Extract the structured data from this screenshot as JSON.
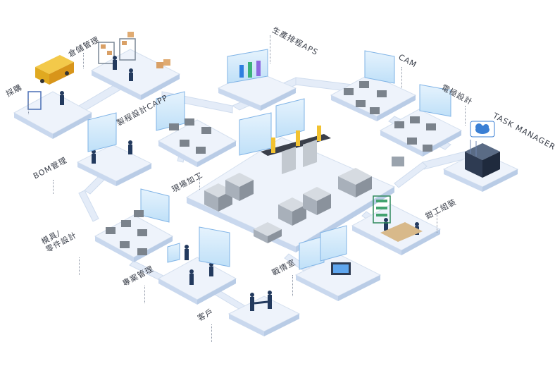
{
  "diagram": {
    "labels": {
      "warehouse": "倉儲管理",
      "procurement": "採購",
      "aps": "生產排程APS",
      "cam": "CAM",
      "capp": "製程設計CAPP",
      "mold_design": "電極設計",
      "task_manager": "TASK MANAGER",
      "bom": "BOM管理",
      "machining": "現場加工",
      "fitting": "鉗工組裝",
      "part_design": "模具/\n零件設計",
      "project": "專案管理",
      "war_room": "戰情室",
      "customer": "客戶"
    },
    "colors": {
      "platform_top": "#eef3fb",
      "platform_side": "#c9d8ee",
      "path": "#e4ecf8",
      "accent_blue": "#2f7fe0",
      "screen": "#d8ecfb",
      "machine": "#8a929c",
      "cloud": "#3a7fd4"
    },
    "icons": [
      "delivery-truck-icon",
      "storage-shelf-icon",
      "worker-icon",
      "monitor-icon",
      "server-rack-icon",
      "cloud-icon",
      "cnc-machine-icon",
      "robot-arm-icon",
      "handshake-icon",
      "dashboard-screen-icon"
    ]
  }
}
